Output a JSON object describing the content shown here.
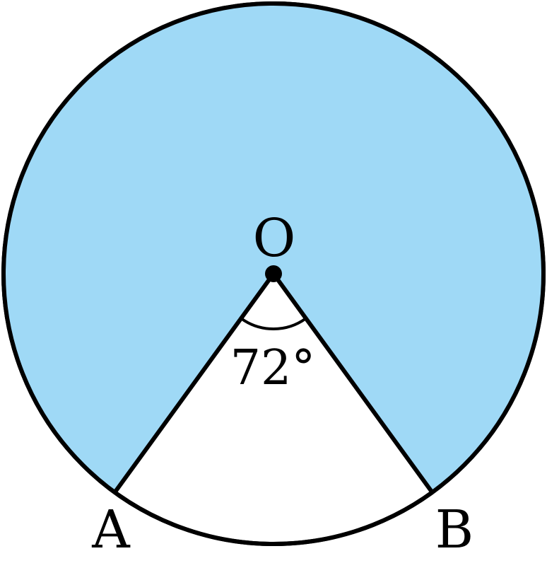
{
  "diagram": {
    "center_label": "O",
    "point_a_label": "A",
    "point_b_label": "B",
    "angle_label": "72°",
    "angle_degrees": 72,
    "shaded_region": "major-sector",
    "colors": {
      "shade": "#9fd9f6",
      "stroke": "#000000",
      "background": "#ffffff"
    }
  }
}
